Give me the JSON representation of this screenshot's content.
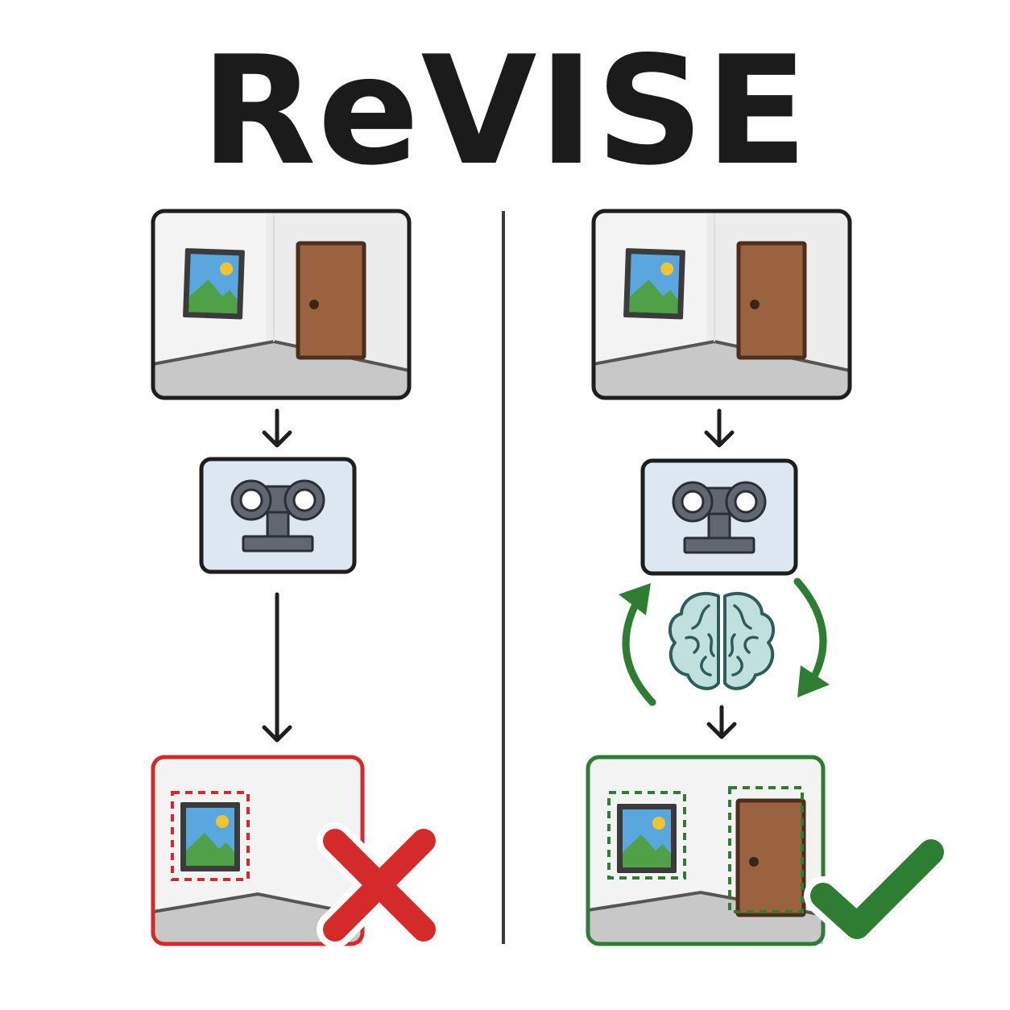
{
  "title": "ReVISE",
  "colors": {
    "ink": "#1e1e1e",
    "error_red": "#d42a2a",
    "success_green": "#2e7d32",
    "model_box_fill": "#dde7f2",
    "brain_fill": "#bfe0dc",
    "door_brown": "#9b6240",
    "floor_gray": "#c8c8c8",
    "wall_white": "#f3f3f3",
    "sky_blue": "#5aa7e0",
    "hill_green": "#4fa047",
    "sun_yellow": "#f3c431"
  },
  "panels": [
    {
      "id": "baseline",
      "input": "room-scene",
      "model": "vision-model-icon",
      "reasoning_loop": false,
      "output_detections": [
        "picture-frame"
      ],
      "result": "incorrect",
      "result_icon": "red-x-icon"
    },
    {
      "id": "revise",
      "input": "room-scene",
      "model": "vision-model-icon",
      "reasoning_loop": true,
      "reasoning_icon": "brain-icon",
      "output_detections": [
        "picture-frame",
        "door"
      ],
      "result": "correct",
      "result_icon": "green-check-icon"
    }
  ]
}
